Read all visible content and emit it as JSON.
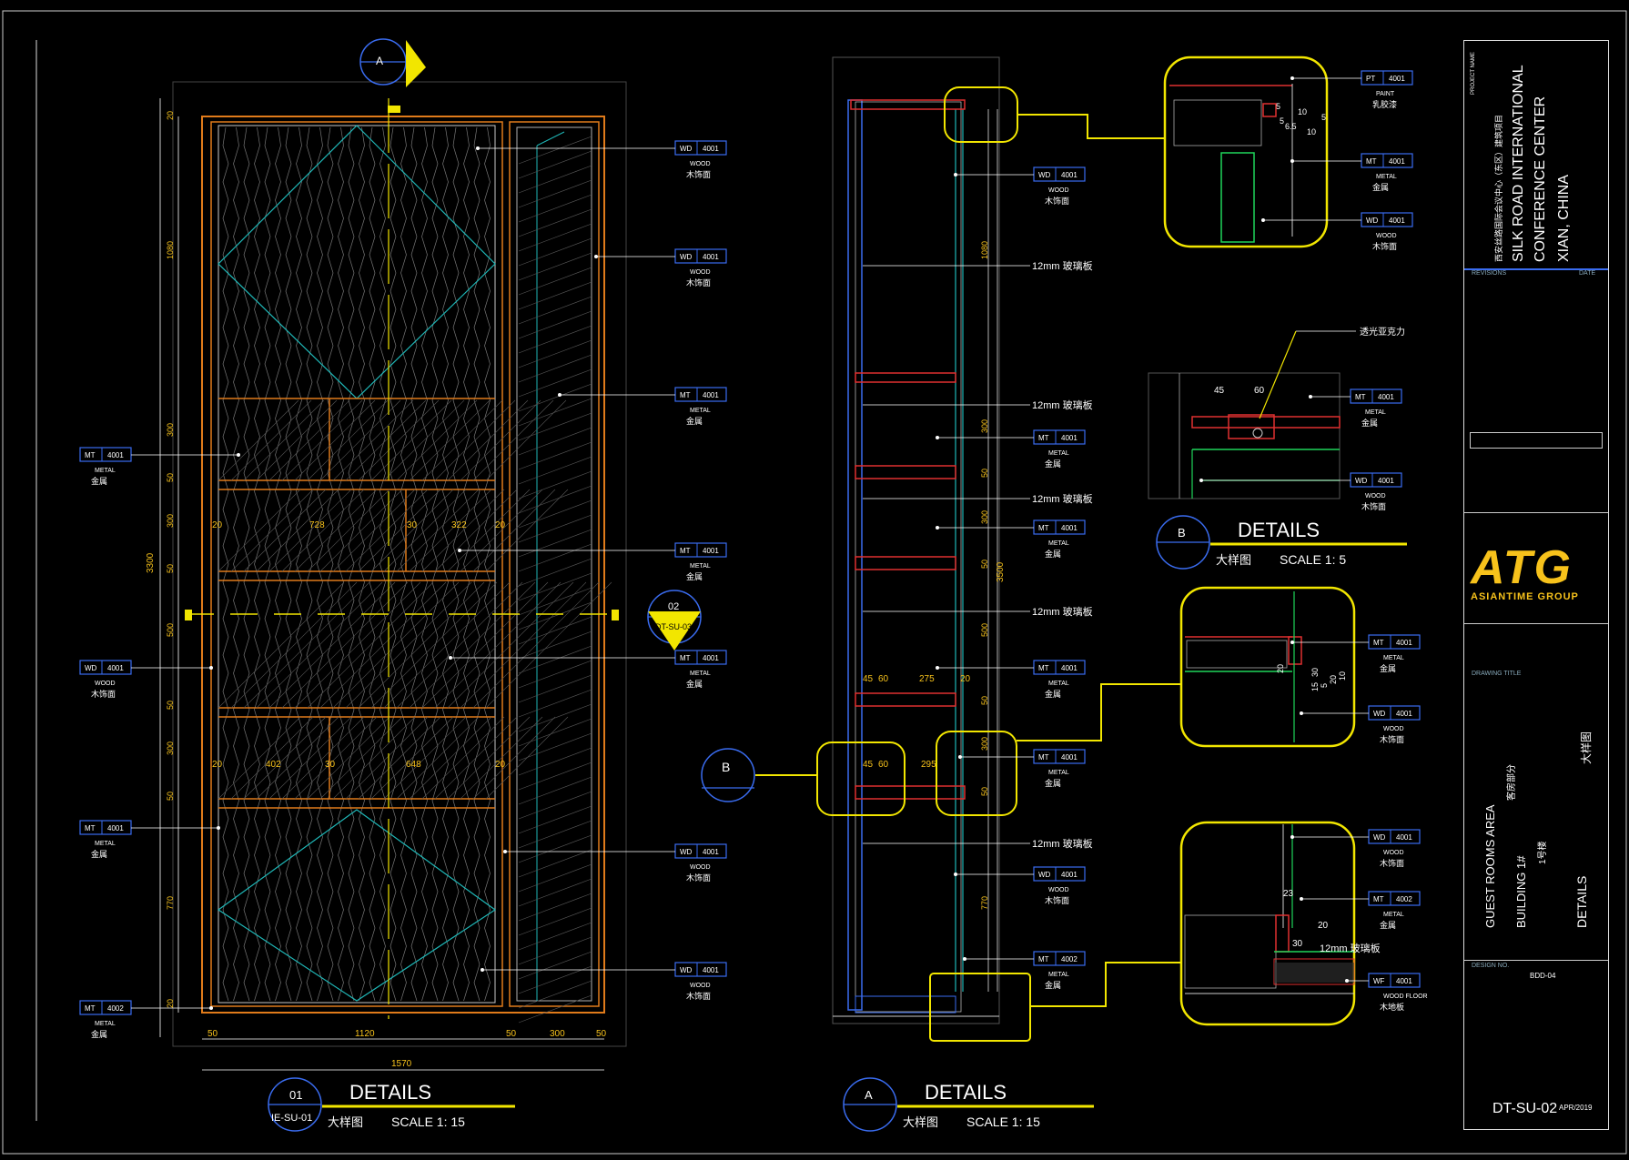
{
  "project": {
    "name_label": "PROJECT NAME",
    "name_cn": "西安丝路国际会议中心（东区）建筑项目",
    "name_line1": "SILK ROAD INTERNATIONAL",
    "name_line2": "CONFERENCE CENTER",
    "location": "XIAN, CHINA"
  },
  "revisions": {
    "label": "REVISIONS",
    "date_label": "DATE"
  },
  "company": {
    "logo": "ATG",
    "logo_sub": "ASIANTIME GROUP",
    "brand_color": "#f7c21b"
  },
  "titleblock": {
    "drawing_title_label": "DRAWING TITLE",
    "area": "GUEST ROOMS AREA",
    "area_cn": "客房部分",
    "building": "BUILDING 1#",
    "building_cn": "1号楼",
    "details": "DETAILS",
    "details_cn": "大样图",
    "design_no": "DESIGN NO.",
    "design_no_val": "BDD-04",
    "date": "APR/2019",
    "sheet_no": "DT-SU-02"
  },
  "titles": [
    {
      "id": "01",
      "ref": "IE-SU-01",
      "title": "DETAILS",
      "cn": "大样图",
      "scale": "SCALE 1:   15"
    },
    {
      "id": "A",
      "title": "DETAILS",
      "cn": "大样图",
      "scale": "SCALE 1:   15"
    },
    {
      "id": "B",
      "title": "DETAILS",
      "cn": "大样图",
      "scale": "SCALE 1:   5"
    }
  ],
  "section_marks": {
    "a": "A",
    "b": "B",
    "c_id": "02",
    "c_ref": "DT-SU-03"
  },
  "dims_left": {
    "total_h": "3300",
    "h": [
      "20",
      "1080",
      "300",
      "50",
      "300",
      "50",
      "500",
      "50",
      "300",
      "50",
      "770",
      "20"
    ],
    "bottom": [
      "50",
      "1120",
      "50",
      "300",
      "50"
    ],
    "total_w": "1570",
    "row1": [
      "20",
      "728",
      "30",
      "322",
      "20"
    ],
    "row2": [
      "20",
      "402",
      "30",
      "648",
      "20"
    ]
  },
  "dims_mid": {
    "total": "3500",
    "h": [
      "1080",
      "300",
      "50",
      "300",
      "50",
      "500",
      "50",
      "300",
      "50",
      "770"
    ],
    "s1": [
      "45",
      "60",
      "275",
      "20"
    ],
    "s2": [
      "45",
      "60",
      "295"
    ]
  },
  "dims_details": {
    "b": [
      "45",
      "60"
    ],
    "tl": [
      "5",
      "10",
      "5",
      "5",
      "6.5",
      "10"
    ],
    "ml": [
      "15",
      "5",
      "20",
      "10",
      "30",
      "20"
    ],
    "bl": [
      "23",
      "20",
      "30"
    ]
  },
  "tags": {
    "wd": {
      "code": "WD",
      "num": "4001",
      "en": "WOOD",
      "cn": "木饰面"
    },
    "mt1": {
      "code": "MT",
      "num": "4001",
      "en": "METAL",
      "cn": "金属"
    },
    "mt2": {
      "code": "MT",
      "num": "4002",
      "en": "METAL",
      "cn": "金属"
    },
    "pt": {
      "code": "PT",
      "num": "4001",
      "en": "PAINT",
      "cn": "乳胶漆"
    },
    "wf": {
      "code": "WF",
      "num": "4001",
      "en": "WOOD FLOOR",
      "cn": "木地板"
    }
  },
  "notes": {
    "glass": "12mm 玻璃板",
    "acrylic": "透光亚克力"
  }
}
